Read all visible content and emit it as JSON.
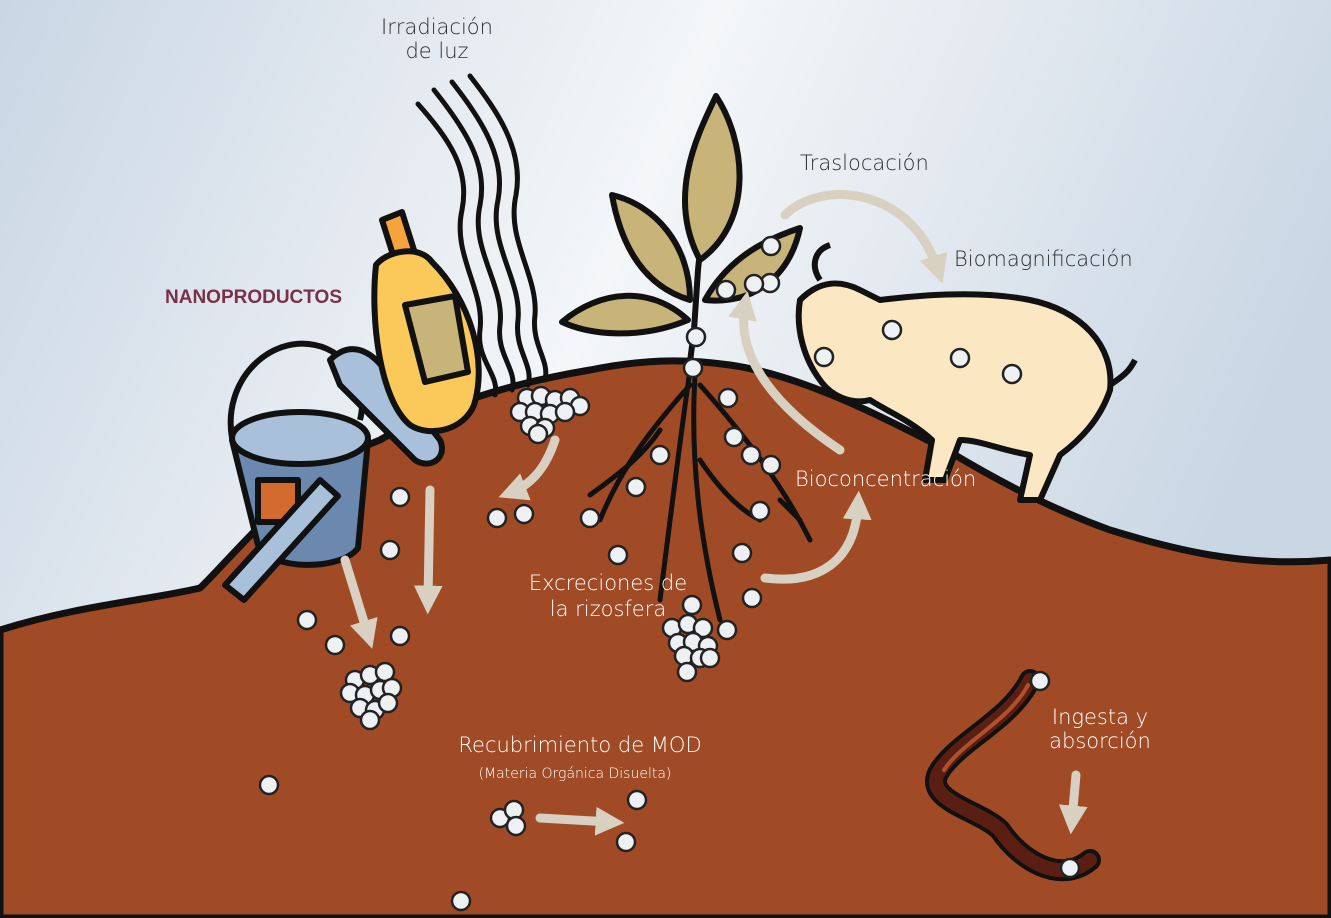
{
  "labels": {
    "irradiacion_1": "Irradiación",
    "irradiacion_2": "de luz",
    "nanoproductos": "NANOPRODUCTOS",
    "traslocacion": "Traslocación",
    "biomagnificacion": "Biomagnificación",
    "bioconcentracion": "Bioconcentración",
    "excreciones_1": "Excreciones de",
    "excreciones_2": "la rizosfera",
    "recubrimiento": "Recubrimiento de MOD",
    "materia": "(Materia Orgánica Disuelta)",
    "ingesta_1": "Ingesta y",
    "ingesta_2": "absorción"
  },
  "colors": {
    "soil": "#a04a26",
    "sky_top": "#c9d6e4",
    "sky_light": "#f4f6f8",
    "leaf": "#c8b478",
    "goat": "#fbe7c2",
    "bottle": "#fbc85a",
    "bottle_cap": "#f4a43a",
    "bucket": "#6b88ae",
    "bucket_light": "#a8c0da",
    "shovel_grip": "#d36a2e",
    "worm": "#5a1f12",
    "worm_highlight": "#b0502d",
    "arrow": "#d8d0c0",
    "particle": "#eef1f4",
    "label_light": "#ffffff",
    "label_dark": "#2e2e2e",
    "label_accent": "#7a3046"
  },
  "icons": {
    "bucket": "bucket-icon",
    "bottle": "spray-bottle-icon",
    "light": "light-waves-icon",
    "plant": "plant-icon",
    "goat": "goat-icon",
    "worm": "earthworm-icon"
  }
}
